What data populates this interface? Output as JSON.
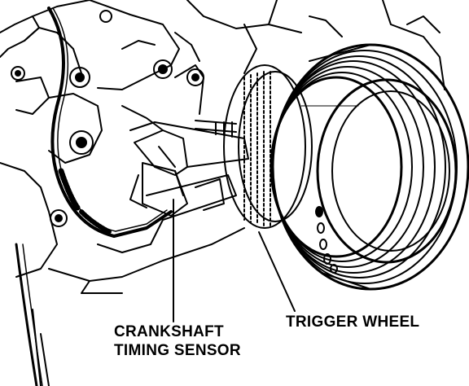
{
  "labels": {
    "trigger_wheel": "TRIGGER WHEEL",
    "crankshaft_line1": "CRANKSHAFT",
    "crankshaft_line2": "TIMING SENSOR"
  },
  "colors": {
    "ink": "#000000",
    "paper": "#ffffff"
  }
}
